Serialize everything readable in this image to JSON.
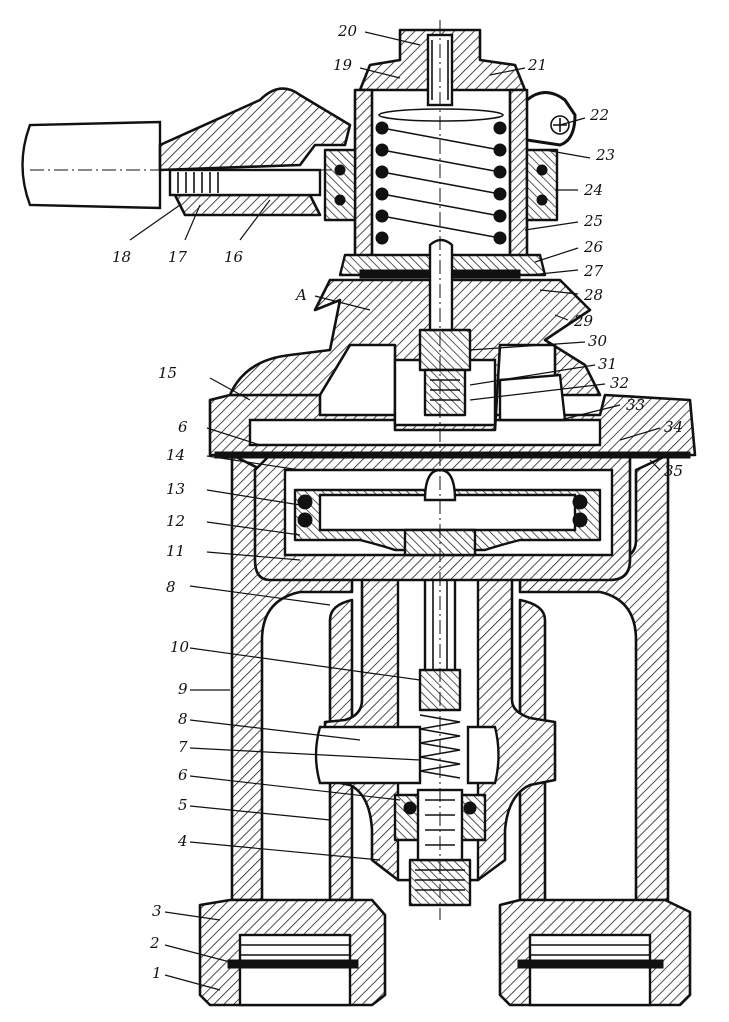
{
  "callouts": {
    "n20": "20",
    "n19": "19",
    "n21": "21",
    "n22": "22",
    "n23": "23",
    "n24": "24",
    "n25": "25",
    "n26": "26",
    "n27": "27",
    "n28": "28",
    "n29": "29",
    "n30": "30",
    "n31": "31",
    "n32": "32",
    "n33": "33",
    "n34": "34",
    "n35": "35",
    "n18": "18",
    "n17": "17",
    "n16": "16",
    "nA": "A",
    "n15": "15",
    "n6a": "6",
    "n14": "14",
    "n13": "13",
    "n12": "12",
    "n11": "11",
    "n8a": "8",
    "n10": "10",
    "n9": "9",
    "n8b": "8",
    "n7": "7",
    "n6b": "6",
    "n5": "5",
    "n4": "4",
    "n3": "3",
    "n2": "2",
    "n1": "1"
  }
}
